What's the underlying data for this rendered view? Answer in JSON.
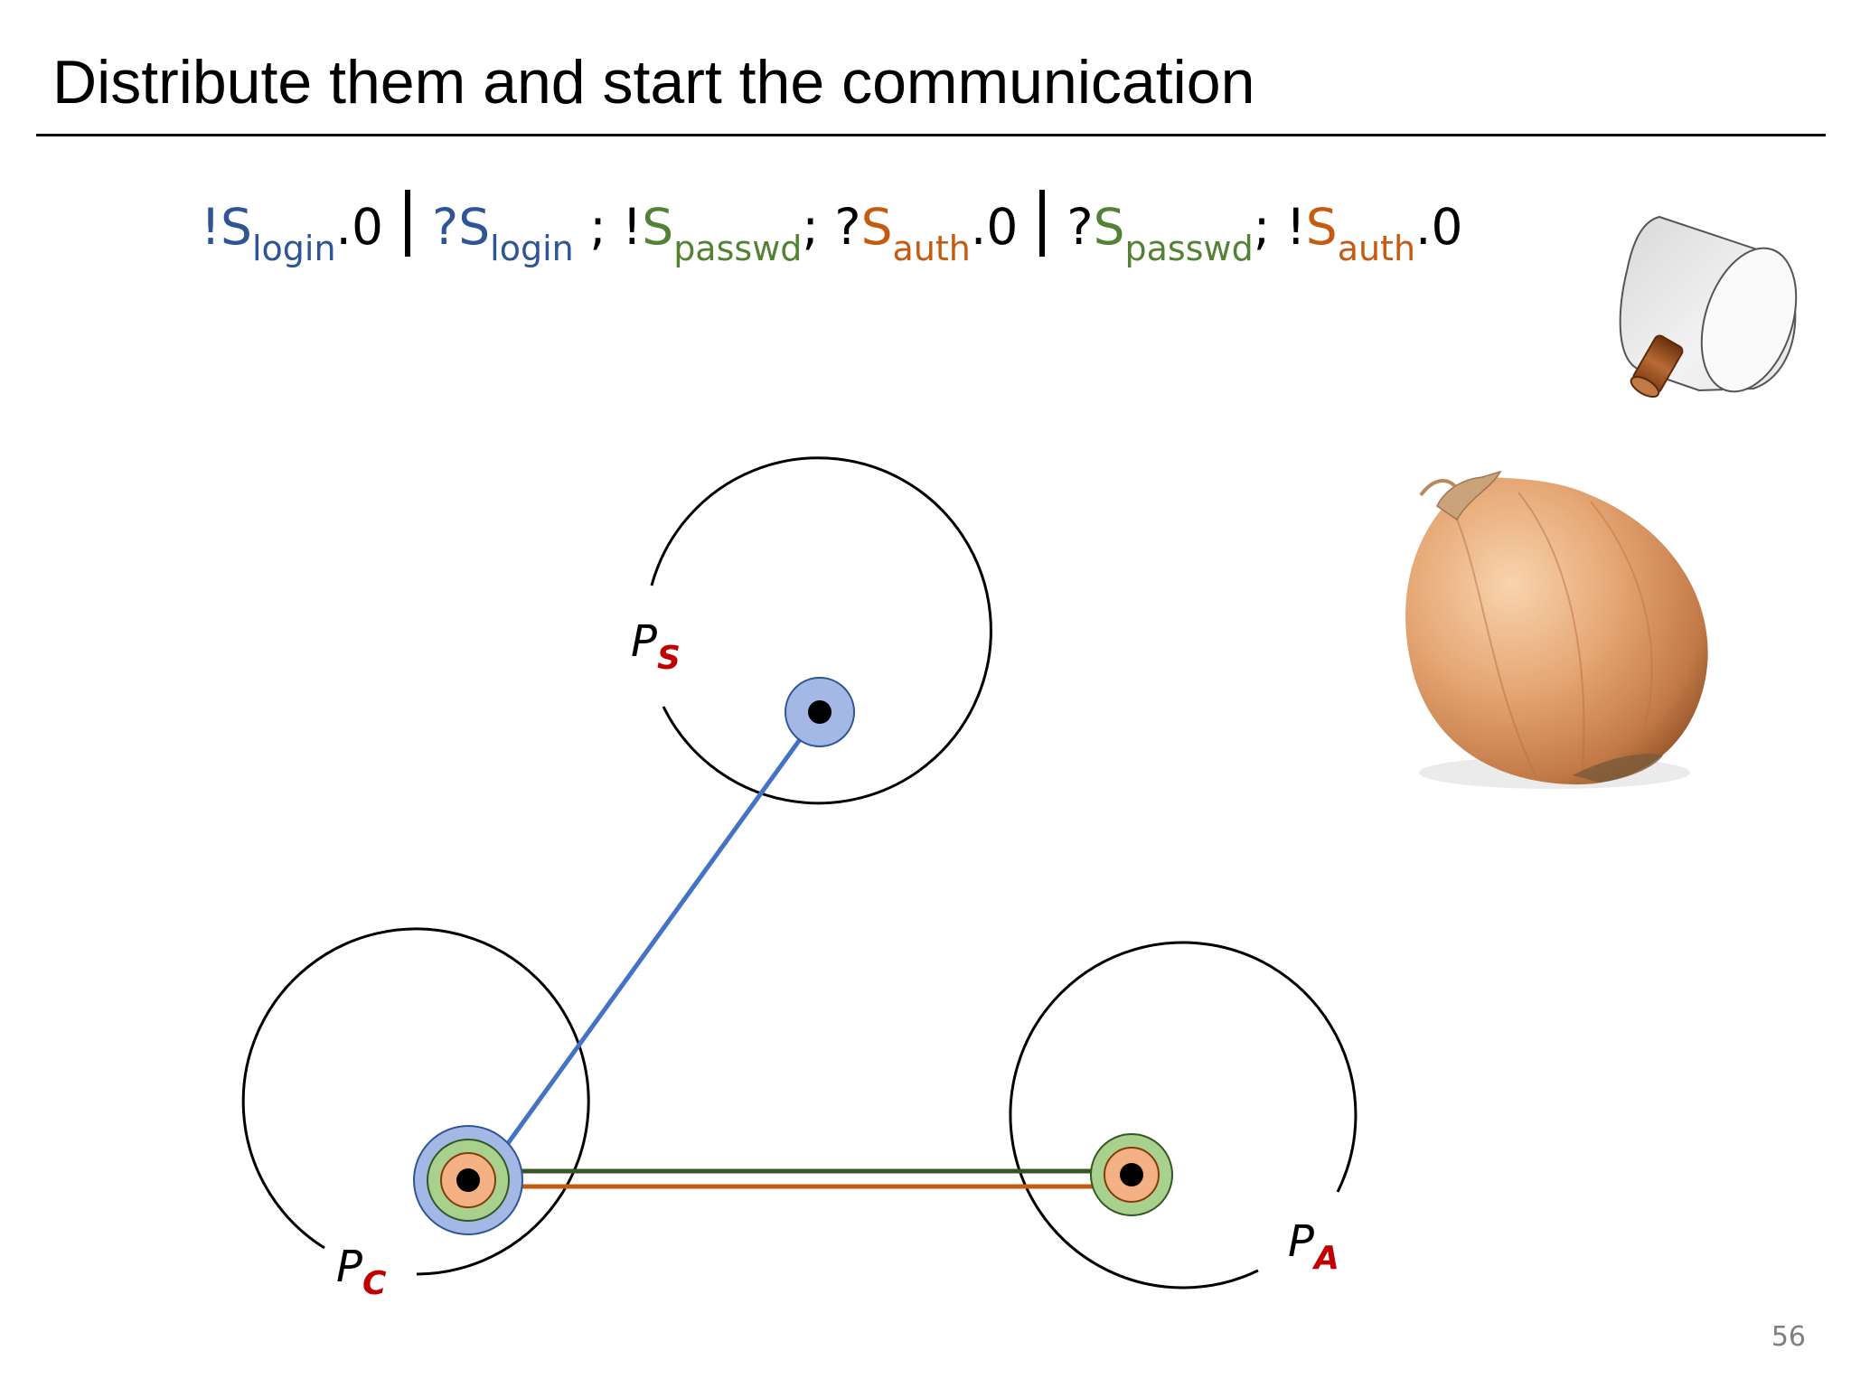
{
  "slide": {
    "title": "Distribute them and start the communication",
    "page_number": "56"
  },
  "formula": [
    {
      "text": "!S",
      "sub": "login",
      "color": "#2F5597"
    },
    {
      "text": ".0",
      "color": "#000000"
    },
    {
      "separator": true
    },
    {
      "text": "?S",
      "sub": "login",
      "color": "#2F5597"
    },
    {
      "text": " ; !",
      "color": "#000000"
    },
    {
      "text": "S",
      "sub": "passwd",
      "color": "#548235"
    },
    {
      "text": "; ?",
      "color": "#000000"
    },
    {
      "text": "S",
      "sub": "auth",
      "color": "#C55A11"
    },
    {
      "text": ".0",
      "color": "#000000"
    },
    {
      "separator": true
    },
    {
      "text": "?",
      "color": "#000000"
    },
    {
      "text": "S",
      "sub": "passwd",
      "color": "#548235"
    },
    {
      "text": "; !",
      "color": "#000000"
    },
    {
      "text": "S",
      "sub": "auth",
      "color": "#C55A11"
    },
    {
      "text": ".0",
      "color": "#000000"
    }
  ],
  "diagram": {
    "processes": [
      {
        "id": "ps",
        "label": "P",
        "sub": "S"
      },
      {
        "id": "pc",
        "label": "P",
        "sub": "C"
      },
      {
        "id": "pa",
        "label": "P",
        "sub": "A"
      }
    ],
    "channels": [
      {
        "name": "login",
        "color": "#4472C4"
      },
      {
        "name": "passwd",
        "color": "#375623"
      },
      {
        "name": "auth",
        "color": "#C55A11"
      }
    ],
    "colors": {
      "label_sub": "#C00000",
      "ring_blue": "#A4B8E6",
      "ring_green": "#A9D18E",
      "ring_orange": "#F4B183"
    }
  },
  "icons": [
    "bottle-icon",
    "onion-icon"
  ]
}
